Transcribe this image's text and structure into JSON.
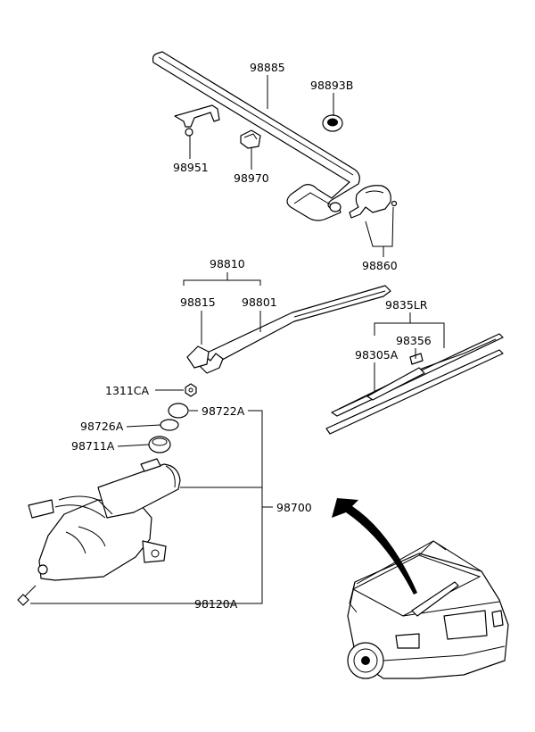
{
  "labels": {
    "hose": "98885",
    "grommet": "98893B",
    "clip": "98951",
    "hose_holder": "98970",
    "nozzle": "98860",
    "arm_assy": "98810",
    "arm_cover": "98815",
    "arm": "98801",
    "blade_assy": "9835LR",
    "blade_refill": "98356",
    "blade": "98305A",
    "nut": "1311CA",
    "cap": "98722A",
    "washer": "98726A",
    "bushing": "98711A",
    "motor": "98700",
    "bolt": "98120A"
  }
}
